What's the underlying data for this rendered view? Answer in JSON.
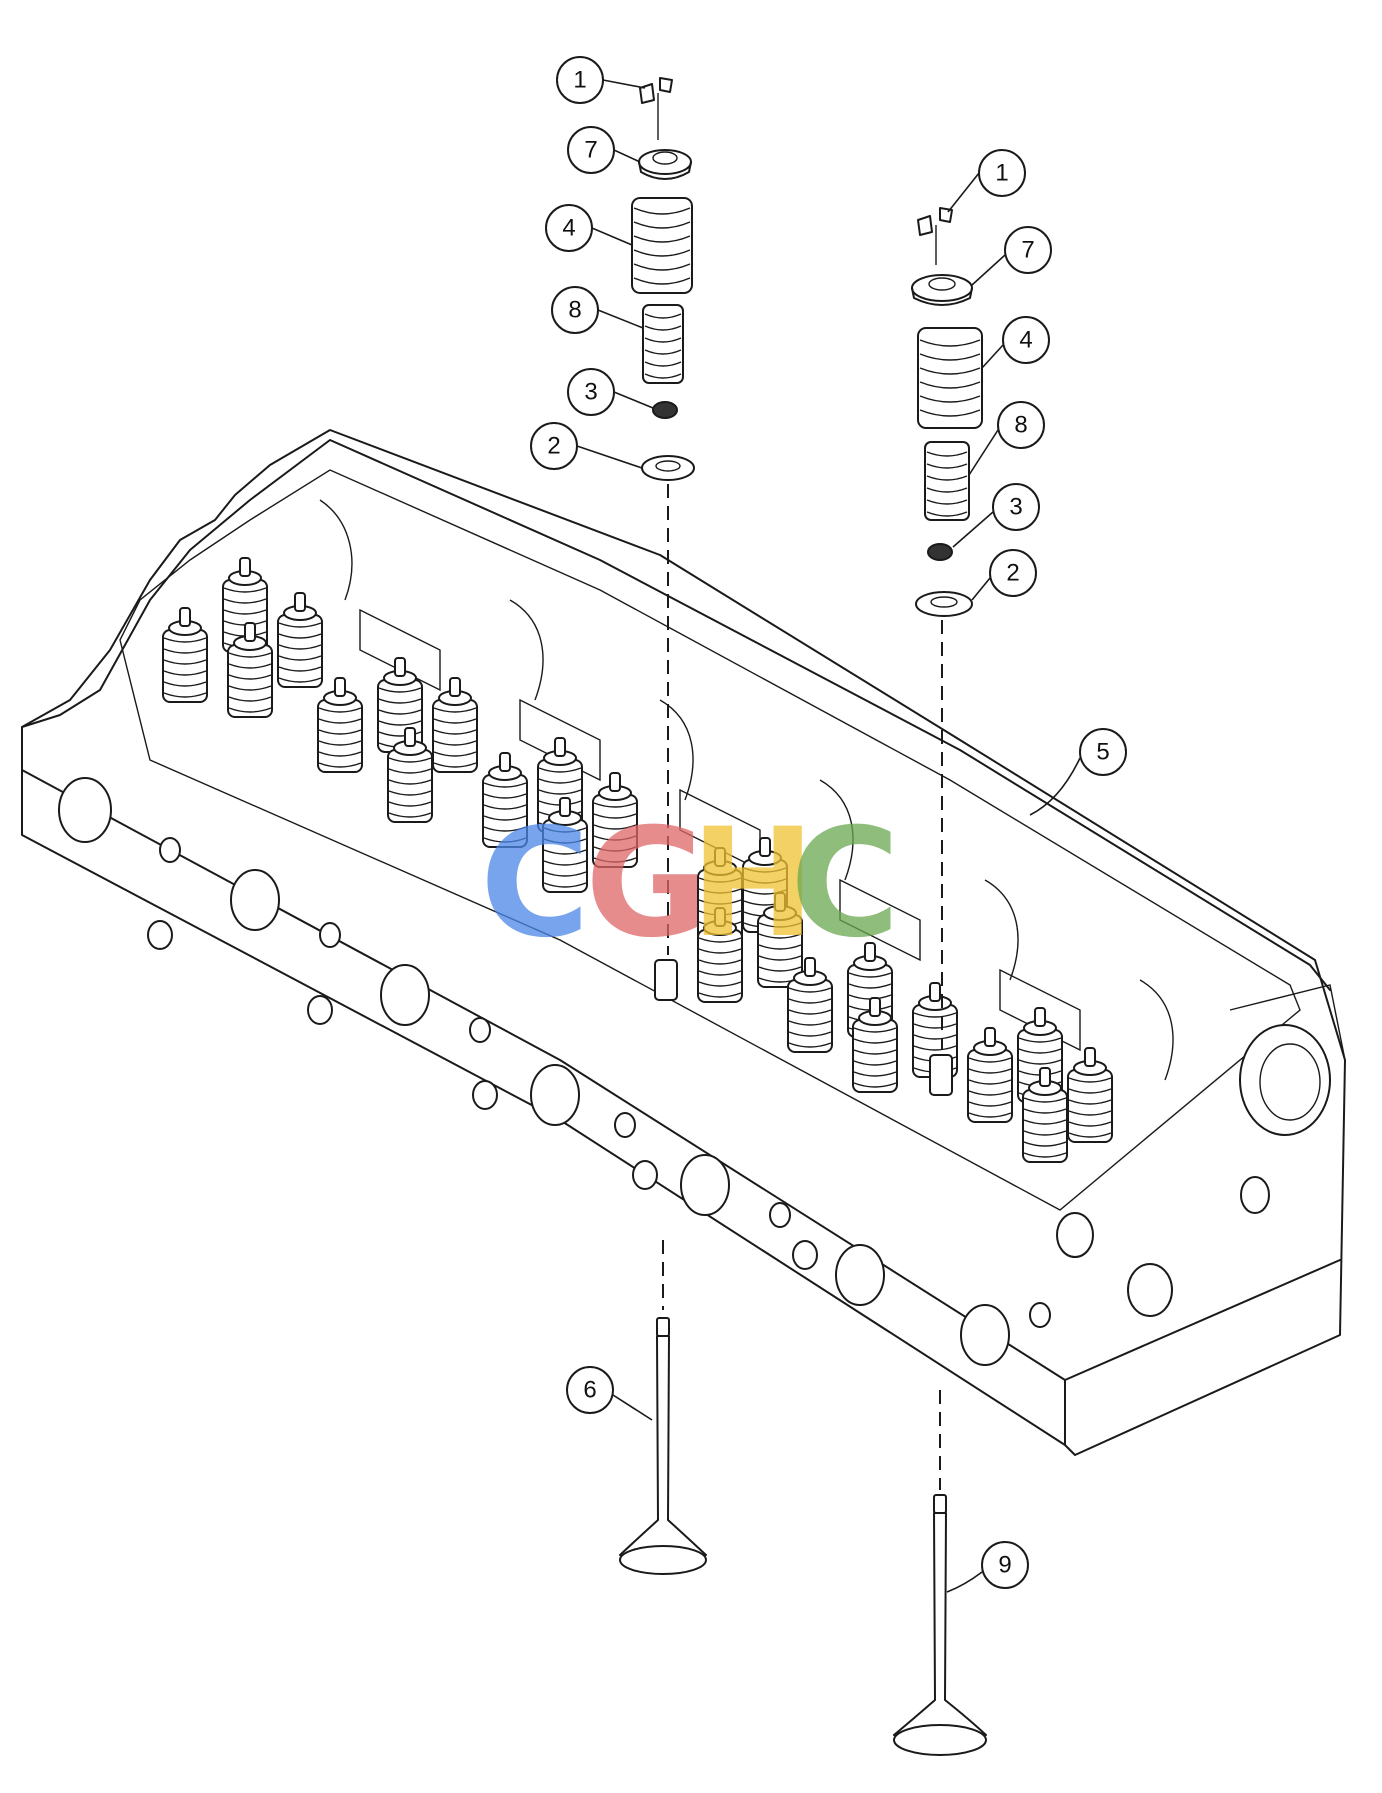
{
  "diagram": {
    "type": "exploded-parts-view",
    "callouts": [
      {
        "id": "c1a",
        "label": "1"
      },
      {
        "id": "c7a",
        "label": "7"
      },
      {
        "id": "c4a",
        "label": "4"
      },
      {
        "id": "c8a",
        "label": "8"
      },
      {
        "id": "c3a",
        "label": "3"
      },
      {
        "id": "c2a",
        "label": "2"
      },
      {
        "id": "c1b",
        "label": "1"
      },
      {
        "id": "c7b",
        "label": "7"
      },
      {
        "id": "c4b",
        "label": "4"
      },
      {
        "id": "c8b",
        "label": "8"
      },
      {
        "id": "c3b",
        "label": "3"
      },
      {
        "id": "c2b",
        "label": "2"
      },
      {
        "id": "c5",
        "label": "5"
      },
      {
        "id": "c6",
        "label": "6"
      },
      {
        "id": "c9",
        "label": "9"
      }
    ]
  },
  "watermark": {
    "letters": [
      "C",
      "G",
      "H",
      "C"
    ],
    "colors": [
      "#4a86e8",
      "#e06666",
      "#f1c232",
      "#6aa84f"
    ]
  }
}
